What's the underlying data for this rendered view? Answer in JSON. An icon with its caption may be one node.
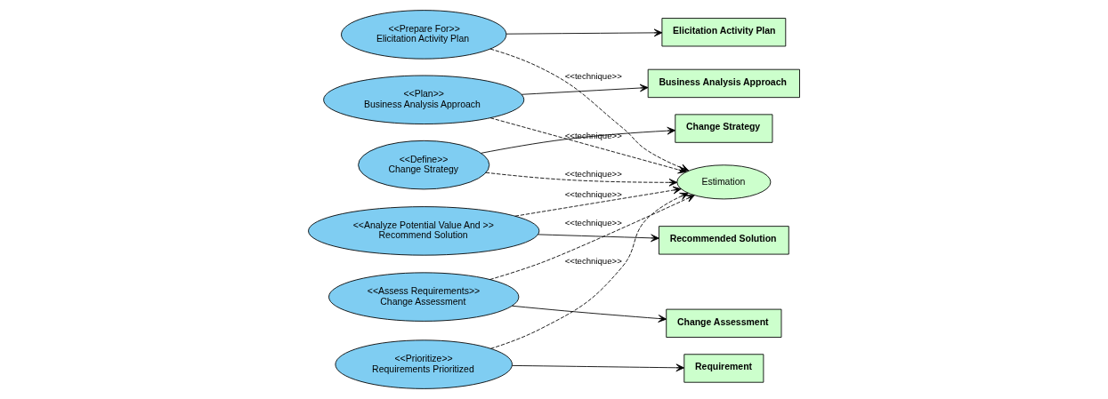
{
  "diagram": {
    "nodes": [
      {
        "text": [
          "Change Strategy"
        ]
      },
      {
        "text": [
          "<<Prepare For>>",
          "Elicitation Activity Plan"
        ]
      },
      {
        "text": [
          "Elicitation Activity Plan"
        ]
      },
      {
        "text": [
          "<<Define>>",
          "Change Strategy"
        ]
      },
      {
        "text": [
          "<<Plan>>",
          "Business Analysis Approach"
        ]
      },
      {
        "text": [
          "Business Analysis Approach"
        ]
      },
      {
        "text": [
          "Recommended Solution"
        ]
      },
      {
        "text": [
          "Estimation"
        ]
      },
      {
        "text": [
          "Requirement"
        ]
      },
      {
        "text": [
          "<<Analyze Potential Value And >>",
          "Recommend Solution"
        ]
      },
      {
        "text": [
          "<<Prioritize>>",
          "Requirements Prioritized"
        ]
      },
      {
        "text": [
          "<<Assess Requirements>>",
          "Change Assessment"
        ]
      },
      {
        "text": [
          "Change Assessment"
        ]
      }
    ],
    "edges": [
      {
        "from": 3,
        "to": 0,
        "arrow": "to"
      },
      {
        "from": 1,
        "to": 2,
        "arrow": "to"
      },
      {
        "from": 4,
        "to": 5,
        "arrow": "to"
      },
      {
        "from": 9,
        "to": 6,
        "arrow": "to"
      },
      {
        "from": 10,
        "to": 8,
        "arrow": "to"
      },
      {
        "from": 11,
        "to": 12,
        "arrow": "to"
      },
      {
        "from": 3,
        "to": 7,
        "arrow": "to",
        "style": "dashed",
        "label": "<<technique>>"
      },
      {
        "from": 1,
        "to": 7,
        "arrow": "to",
        "style": "dashed",
        "label": "<<technique>>"
      },
      {
        "from": 4,
        "to": 7,
        "arrow": "to",
        "style": "dashed",
        "label": "<<technique>>"
      },
      {
        "from": 9,
        "to": 7,
        "arrow": "to",
        "style": "dashed",
        "label": "<<technique>>"
      },
      {
        "from": 10,
        "to": 7,
        "arrow": "to",
        "style": "dashed",
        "label": "<<technique>>"
      },
      {
        "from": 11,
        "to": 7,
        "arrow": "to",
        "style": "dashed",
        "label": "<<technique>>"
      }
    ]
  }
}
